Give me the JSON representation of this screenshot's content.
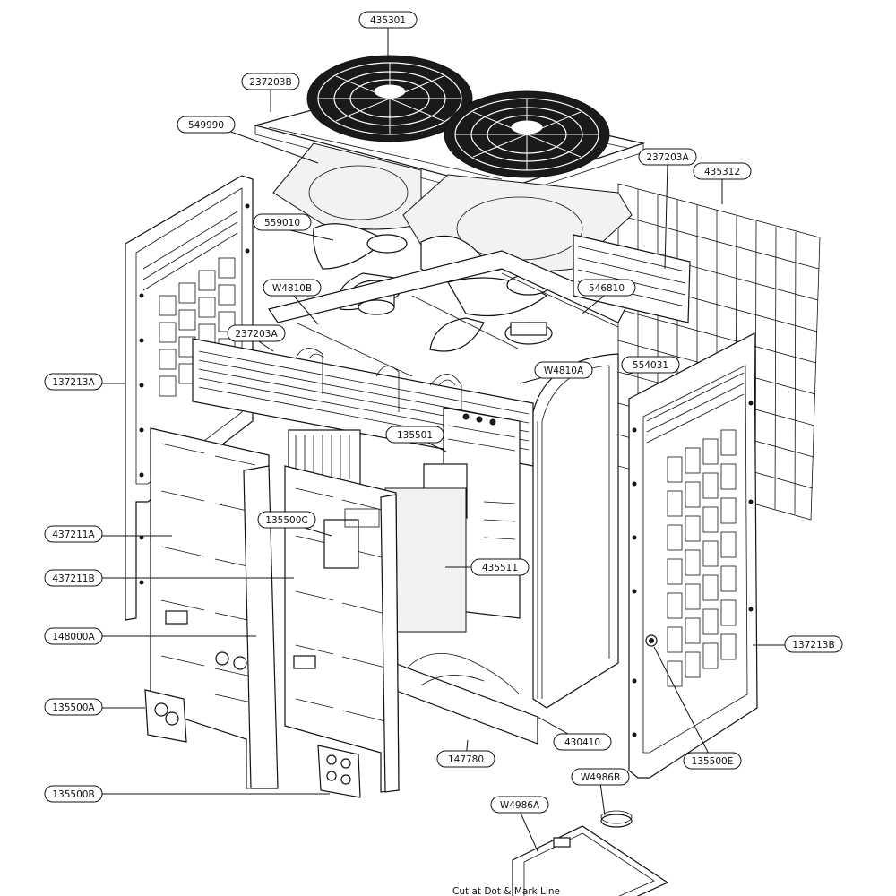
{
  "callouts": [
    {
      "id": "c-435301",
      "label": "435301"
    },
    {
      "id": "c-237203b",
      "label": "237203B"
    },
    {
      "id": "c-549990",
      "label": "549990"
    },
    {
      "id": "c-237203a-top",
      "label": "237203A"
    },
    {
      "id": "c-435312",
      "label": "435312"
    },
    {
      "id": "c-559010",
      "label": "559010"
    },
    {
      "id": "c-w4810b",
      "label": "W4810B"
    },
    {
      "id": "c-546810",
      "label": "546810"
    },
    {
      "id": "c-237203a-mid",
      "label": "237203A"
    },
    {
      "id": "c-137213a",
      "label": "137213A"
    },
    {
      "id": "c-w4810a",
      "label": "W4810A"
    },
    {
      "id": "c-554031",
      "label": "554031"
    },
    {
      "id": "c-135501",
      "label": "135501"
    },
    {
      "id": "c-135500c",
      "label": "135500C"
    },
    {
      "id": "c-437211a",
      "label": "437211A"
    },
    {
      "id": "c-437211b",
      "label": "437211B"
    },
    {
      "id": "c-435511",
      "label": "435511"
    },
    {
      "id": "c-148000a",
      "label": "148000A"
    },
    {
      "id": "c-137213b",
      "label": "137213B"
    },
    {
      "id": "c-135500a",
      "label": "135500A"
    },
    {
      "id": "c-430410",
      "label": "430410"
    },
    {
      "id": "c-147780",
      "label": "147780"
    },
    {
      "id": "c-135500e",
      "label": "135500E"
    },
    {
      "id": "c-w4986b",
      "label": "W4986B"
    },
    {
      "id": "c-135500b",
      "label": "135500B"
    },
    {
      "id": "c-w4986a",
      "label": "W4986A"
    }
  ],
  "footer_text": "Cut at Dot & Mark Line"
}
